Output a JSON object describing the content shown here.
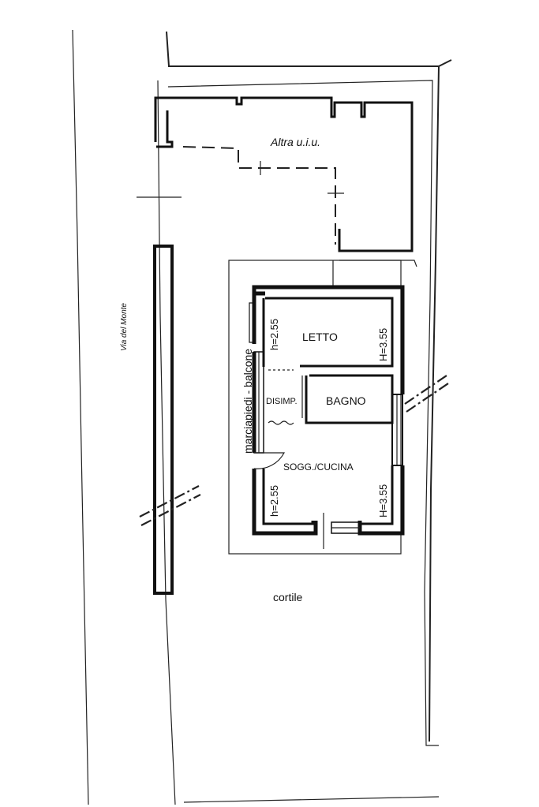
{
  "plan": {
    "other_unit_label": "Altra u.i.u.",
    "street_label": "Via del Monte",
    "balcony_label": "marciapiedi - balcone",
    "courtyard_label": "cortile",
    "rooms": {
      "bedroom": {
        "name": "LETTO",
        "height_left": "h=2.55",
        "height_right": "H=3.55"
      },
      "bathroom": {
        "name": "BAGNO"
      },
      "hall": {
        "name": "DISIMP."
      },
      "living_kitchen": {
        "name": "SOGG./CUCINA",
        "height_left": "h=2.55",
        "height_right": "H=3.55"
      }
    }
  }
}
